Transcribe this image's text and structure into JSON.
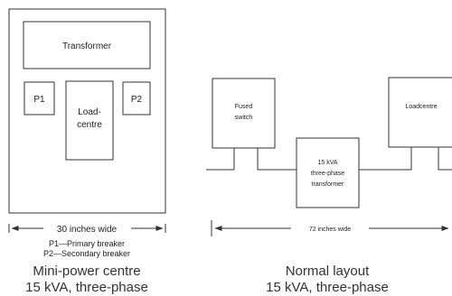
{
  "mini_power_centre": {
    "transformer_label": "Transformer",
    "p1_label": "P1",
    "p2_label": "P2",
    "loadcentre_label_line1": "Load-",
    "loadcentre_label_line2": "centre",
    "width_label": "30 inches wide",
    "legend_p1": "P1—Primary breaker",
    "legend_p2": "P2—Secondary breaker",
    "caption_line1": "Mini-power centre",
    "caption_line2": "15 kVA, three-phase"
  },
  "normal_layout": {
    "fused_switch_line1": "Fused",
    "fused_switch_line2": "switch",
    "transformer_line1": "15 kVA",
    "transformer_line2": "three-phase",
    "transformer_line3": "transformer",
    "loadcentre_label": "Loadcentre",
    "width_label": "72 inches wide",
    "caption_line1": "Normal layout",
    "caption_line2": "15 kVA, three-phase"
  },
  "colors": {
    "line": "#333333",
    "text": "#222222",
    "background": "#ffffff"
  }
}
